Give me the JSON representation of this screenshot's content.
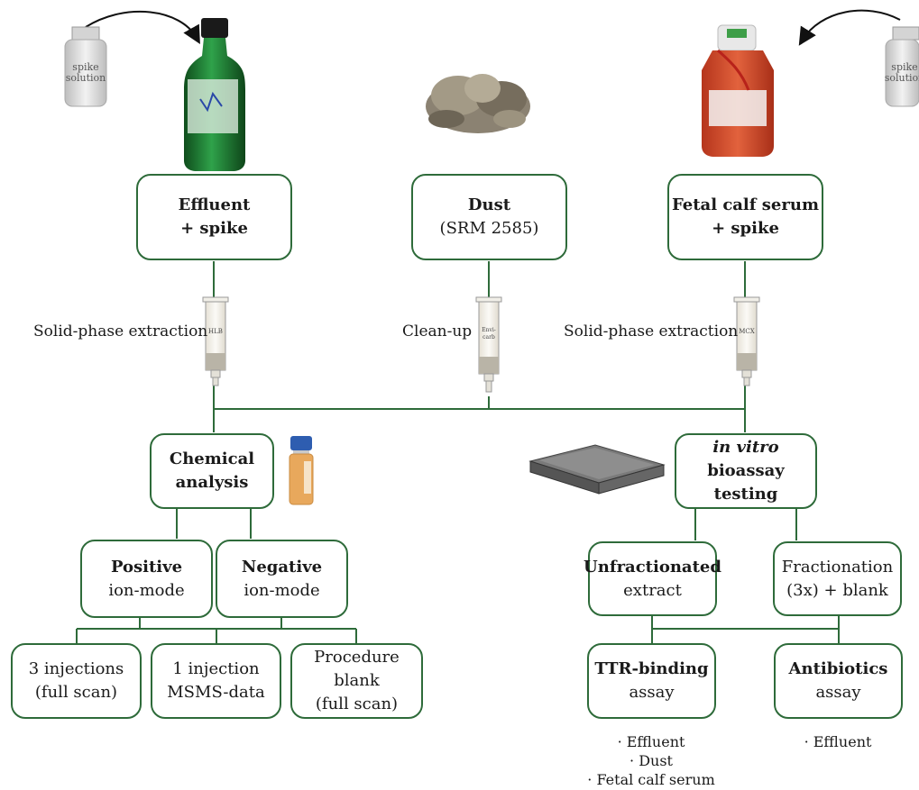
{
  "samples": {
    "effluent": {
      "line1": "Effluent",
      "line2": "+ spike"
    },
    "dust": {
      "line1": "Dust",
      "line2": "(SRM 2585)"
    },
    "serum": {
      "line1": "Fetal calf serum",
      "line2": "+ spike"
    }
  },
  "spike_vial_left": {
    "line1": "spike",
    "line2": "solution"
  },
  "spike_vial_right": {
    "line1": "spike",
    "line2": "solution"
  },
  "steps": {
    "spe_left": "Solid-phase extraction",
    "cleanup": "Clean-up",
    "spe_right": "Solid-phase extraction"
  },
  "cartridges": {
    "left": "HLB",
    "middle_line1": "Envi-",
    "middle_line2": "carb",
    "right": "MCX"
  },
  "chemical": {
    "line1": "Chemical",
    "line2": "analysis"
  },
  "bioassay": {
    "line1": "in vitro",
    "line2": "bioassay testing"
  },
  "modes": {
    "positive": {
      "line1": "Positive",
      "line2": "ion-mode"
    },
    "negative": {
      "line1": "Negative",
      "line2": "ion-mode"
    }
  },
  "injections": {
    "three": {
      "line1": "3 injections",
      "line2": "(full scan)"
    },
    "one": {
      "line1": "1 injection",
      "line2": "MSMS-data"
    },
    "blank": {
      "line1": "Procedure blank",
      "line2": "(full scan)"
    }
  },
  "fractions": {
    "unfractionated": {
      "line1": "Unfractionated",
      "line2": "extract"
    },
    "fractionation": {
      "line1": "Fractionation",
      "line2": "(3x) + blank"
    }
  },
  "assays": {
    "ttr": {
      "line1": "TTR-binding",
      "line2": "assay"
    },
    "antibiotics": {
      "line1": "Antibiotics",
      "line2": "assay"
    }
  },
  "ttr_samples": [
    "· Effluent",
    "· Dust",
    "· Fetal calf serum"
  ],
  "antibiotics_samples": [
    "· Effluent"
  ],
  "colors": {
    "box_border": "#2e6b3a",
    "line": "#2e6b3a"
  }
}
